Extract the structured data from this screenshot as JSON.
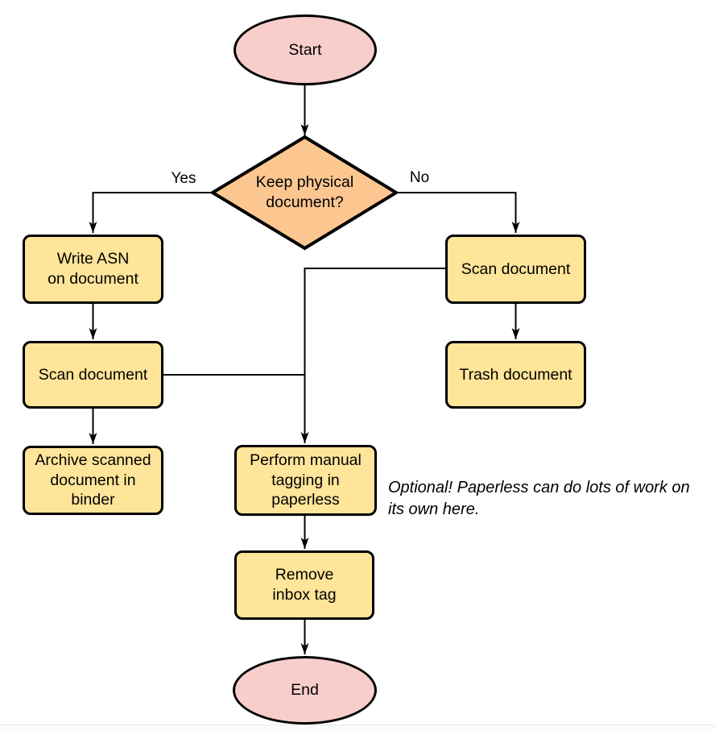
{
  "diagram": {
    "nodes": {
      "start": {
        "type": "terminal",
        "label": "Start"
      },
      "decision_keep_physical": {
        "type": "decision",
        "label": "Keep physical\ndocument?"
      },
      "write_asn": {
        "type": "process",
        "label": "Write ASN\non document"
      },
      "scan_document_left": {
        "type": "process",
        "label": "Scan document"
      },
      "archive_scanned": {
        "type": "process",
        "label": "Archive scanned\ndocument in\nbinder"
      },
      "scan_document_right": {
        "type": "process",
        "label": "Scan document"
      },
      "trash_document": {
        "type": "process",
        "label": "Trash document"
      },
      "manual_tagging": {
        "type": "process",
        "label": "Perform manual\ntagging in\npaperless"
      },
      "remove_inbox_tag": {
        "type": "process",
        "label": "Remove\ninbox tag"
      },
      "end": {
        "type": "terminal",
        "label": "End"
      }
    },
    "edges": [
      {
        "from": "start",
        "to": "decision_keep_physical",
        "label": ""
      },
      {
        "from": "decision_keep_physical",
        "to": "write_asn",
        "label": "Yes"
      },
      {
        "from": "decision_keep_physical",
        "to": "scan_document_right",
        "label": "No"
      },
      {
        "from": "write_asn",
        "to": "scan_document_left",
        "label": ""
      },
      {
        "from": "scan_document_left",
        "to": "archive_scanned",
        "label": ""
      },
      {
        "from": "scan_document_left",
        "to": "manual_tagging",
        "label": ""
      },
      {
        "from": "scan_document_right",
        "to": "trash_document",
        "label": ""
      },
      {
        "from": "scan_document_right",
        "to": "manual_tagging",
        "label": ""
      },
      {
        "from": "manual_tagging",
        "to": "remove_inbox_tag",
        "label": ""
      },
      {
        "from": "remove_inbox_tag",
        "to": "end",
        "label": ""
      }
    ],
    "annotation": "Optional! Paperless can do lots of work on\nits own here.",
    "colors": {
      "terminal_fill": "#f8cecc",
      "decision_fill": "#fbc690",
      "process_fill": "#ffe599",
      "stroke": "#000000"
    }
  }
}
